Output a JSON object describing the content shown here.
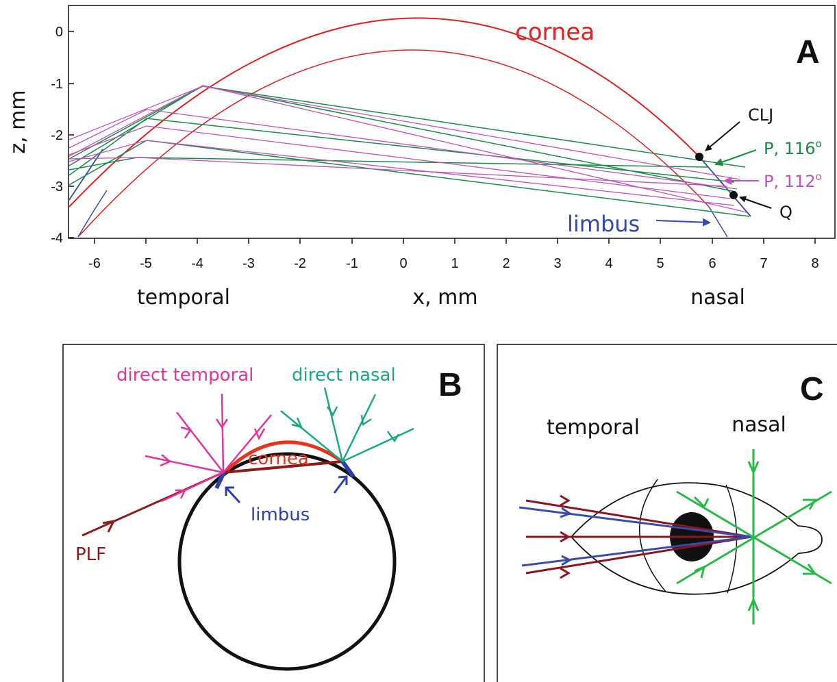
{
  "panelA": {
    "letter": "A",
    "xlabel": "x, mm",
    "ylabel": "z, mm",
    "side_left": "temporal",
    "side_right": "nasal",
    "xticks": [
      "-6",
      "-5",
      "-4",
      "-3",
      "-2",
      "-1",
      "0",
      "1",
      "2",
      "3",
      "4",
      "5",
      "6",
      "7",
      "8"
    ],
    "yticks": [
      "0",
      "-1",
      "-2",
      "-3",
      "-4"
    ],
    "labels": {
      "cornea": "cornea",
      "limbus": "limbus",
      "clj": "CLJ",
      "p116": "P, 116",
      "p112": "P, 112",
      "deg": "o",
      "q": "Q"
    },
    "colors": {
      "cornea": "#e02020",
      "limbus": "#3348a8",
      "green": "#1a8a45",
      "magenta": "#c052b8"
    }
  },
  "panelB": {
    "letter": "B",
    "direct_temporal": "direct temporal",
    "direct_nasal": "direct nasal",
    "cornea": "cornea",
    "limbus": "limbus",
    "plf": "PLF",
    "colors": {
      "pink": "#e0359a",
      "teal": "#1aa784",
      "cornea": "#e8321e",
      "limbus": "#2a3fa8",
      "plf": "#8a1c1c"
    }
  },
  "panelC": {
    "letter": "C",
    "temporal": "temporal",
    "nasal": "nasal",
    "colors": {
      "darkred": "#8a1420",
      "blue": "#3a4aa8",
      "green": "#2ab84a"
    }
  }
}
